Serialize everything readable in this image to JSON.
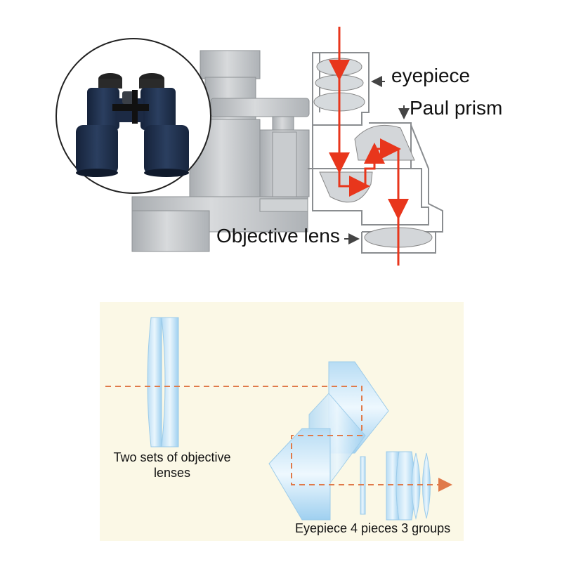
{
  "top_figure": {
    "labels": {
      "eyepiece": "eyepiece",
      "paul_prism": "Paul prism",
      "objective_lens": "Objective lens"
    }
  },
  "bottom_figure": {
    "labels": {
      "objective_sets": "Two sets of objective lenses",
      "eyepiece_groups": "Eyepiece 4 pieces 3 groups"
    }
  },
  "colors": {
    "light_ray": "#e8361c",
    "optical_path": "#e07a4a",
    "body_gray": "#bfc2c5",
    "binocular_navy": "#1f2f4a",
    "lens_blue": "#9fd0f0",
    "panel_background": "#fbf8e6"
  }
}
